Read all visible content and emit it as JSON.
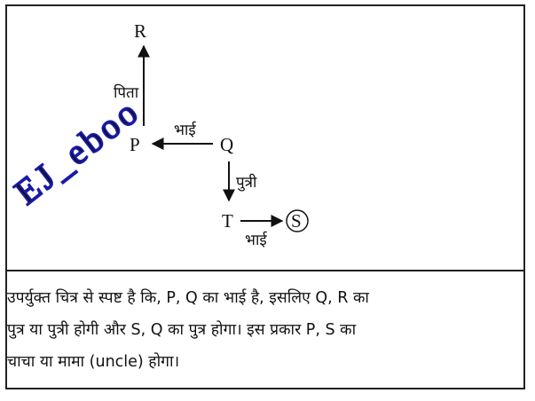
{
  "diagram": {
    "nodes": {
      "R": "R",
      "P": "P",
      "Q": "Q",
      "T": "T",
      "S": "S"
    },
    "edge_labels": {
      "p_to_r": "पिता",
      "q_to_p": "भाई",
      "q_to_t": "पुत्री",
      "t_to_s": "भाई"
    }
  },
  "watermark": {
    "text": "EJ_eboo"
  },
  "explanation": {
    "lines": [
      "उपर्युक्त चित्र से स्पष्ट है कि, P, Q का भाई है, इसलिए Q, R का",
      "पुत्र या पुत्री होगी और  S, Q का पुत्र होगा। इस प्रकार P, S का",
      "चाचा या मामा (uncle) होगा।"
    ]
  }
}
